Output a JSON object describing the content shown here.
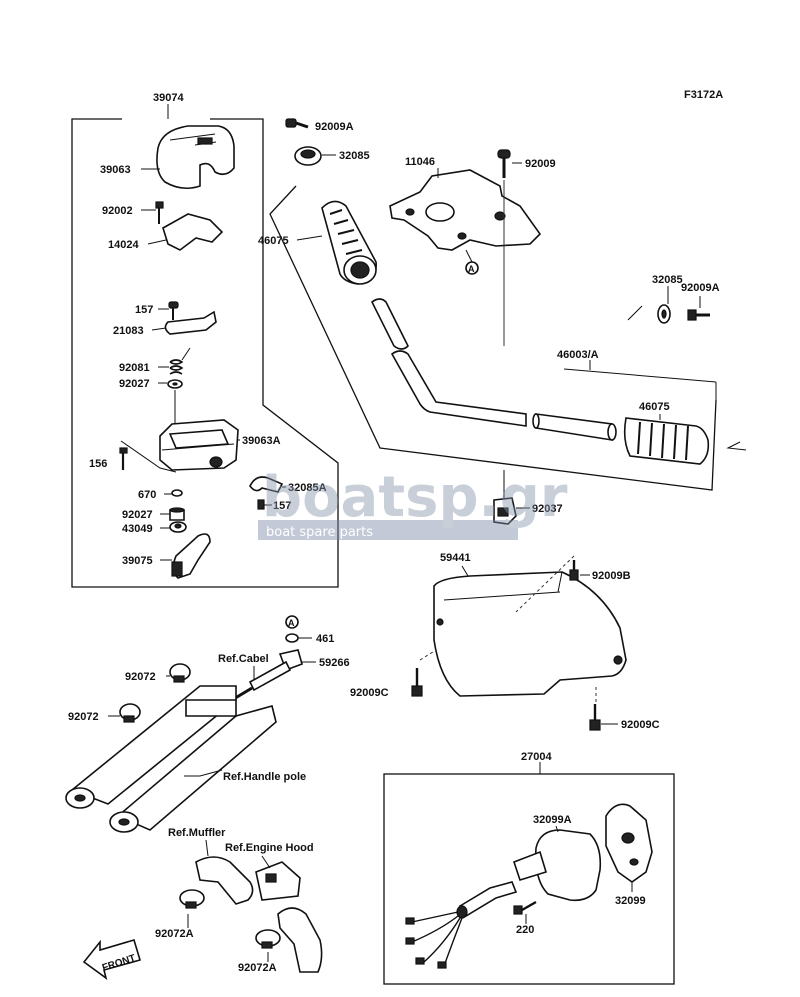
{
  "figure_code": "F3172A",
  "watermark": {
    "logo_text": "boatsp.gr",
    "tagline": "boat spare parts"
  },
  "front_label": "FRONT",
  "circled_marker": "A",
  "part_labels": {
    "p39074": "39074",
    "p39063": "39063",
    "p92002": "92002",
    "p14024": "14024",
    "p157a": "157",
    "p21083": "21083",
    "p92081": "92081",
    "p92027a": "92027",
    "p39063A": "39063A",
    "p156": "156",
    "p670": "670",
    "p92027b": "92027",
    "p43049": "43049",
    "p39075": "39075",
    "p32085A": "32085A",
    "p157b": "157",
    "p92009A_top": "92009A",
    "p32085_top": "32085",
    "p11046": "11046",
    "p92009": "92009",
    "p46075_left": "46075",
    "p32085_right": "32085",
    "p92009A_right": "92009A",
    "p46003A": "46003/A",
    "p46075_right": "46075",
    "p92037": "92037",
    "p59441": "59441",
    "p92009B": "92009B",
    "p92009C_left": "92009C",
    "p92009C_right": "92009C",
    "p461": "461",
    "p59266": "59266",
    "p92072_top": "92072",
    "p92072_left": "92072",
    "p27004": "27004",
    "p32099A": "32099A",
    "p32099": "32099",
    "p220": "220",
    "p92072A_a": "92072A",
    "p92072A_b": "92072A"
  },
  "reference_labels": {
    "cable": "Ref.Cabel",
    "handle_pole": "Ref.Handle pole",
    "muffler": "Ref.Muffler",
    "engine_hood": "Ref.Engine Hood"
  }
}
